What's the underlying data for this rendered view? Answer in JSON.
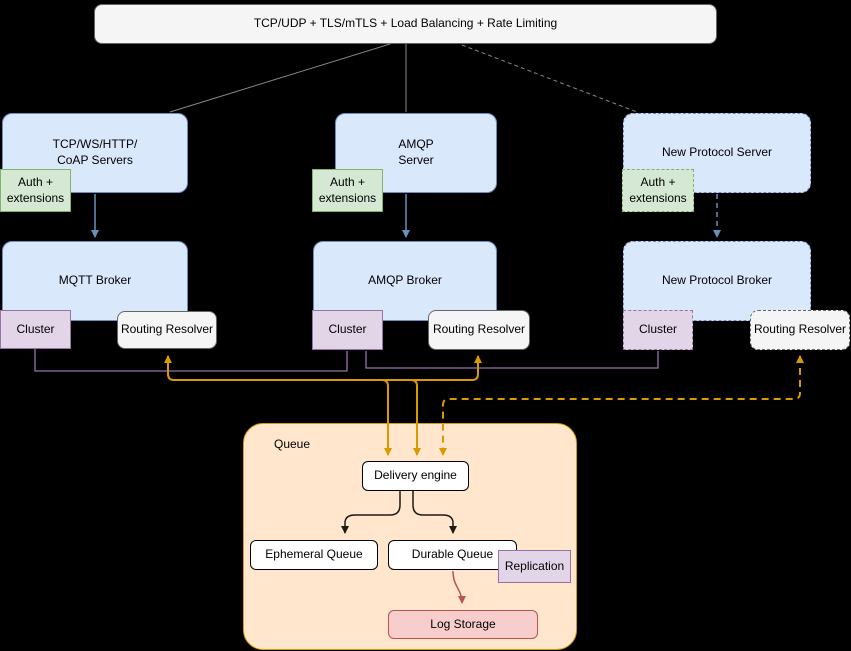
{
  "diagram": {
    "background": "#000000",
    "nodes": {
      "gateway": {
        "label": "TCP/UDP + TLS/mTLS + Load Balancing + Rate Limiting"
      },
      "server_tcp": {
        "line1": "TCP/WS/HTTP/",
        "line2": "CoAP Servers"
      },
      "server_amqp": {
        "line1": "AMQP",
        "line2": "Server"
      },
      "server_new": {
        "label": "New Protocol Server"
      },
      "auth": {
        "line1": "Auth +",
        "line2": "extensions"
      },
      "broker_mqtt": {
        "label": "MQTT Broker"
      },
      "broker_amqp": {
        "label": "AMQP Broker"
      },
      "broker_new": {
        "label": "New Protocol Broker"
      },
      "cluster": {
        "label": "Cluster"
      },
      "resolver": {
        "label": "Routing Resolver"
      },
      "queue": {
        "label": "Queue"
      },
      "delivery": {
        "label": "Delivery engine"
      },
      "ephemeral": {
        "label": "Ephemeral Queue"
      },
      "durable": {
        "label": "Durable Queue"
      },
      "replication": {
        "label": "Replication"
      },
      "log_storage": {
        "label": "Log Storage"
      }
    },
    "colors": {
      "node_blue_fill": "#dae8fc",
      "node_blue_stroke": "#6c8ebf",
      "node_green_fill": "#d5e8d4",
      "node_green_stroke": "#82b366",
      "node_purple_fill": "#e1d5e7",
      "node_purple_stroke": "#9673a6",
      "queue_fill": "#ffe6cc",
      "queue_stroke": "#d79b00",
      "log_fill": "#f8cecc",
      "log_stroke": "#b85450",
      "edge_orange": "#d79b00",
      "edge_blue": "#6c8ebf",
      "edge_purple": "#9673a6",
      "edge_gray": "#666666",
      "edge_black": "#000000",
      "edge_red": "#b85450"
    }
  }
}
